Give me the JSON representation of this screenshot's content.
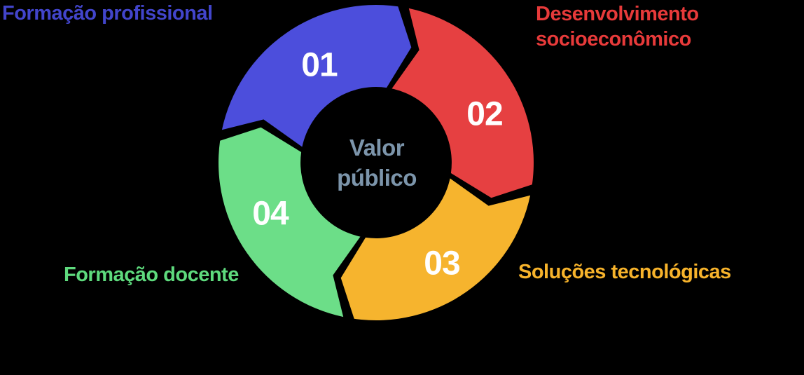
{
  "background_color": "#000000",
  "diagram": {
    "type": "cycle",
    "direction": "clockwise",
    "center": {
      "line1": "Valor",
      "line2": "público",
      "text_color": "#7C95AB"
    },
    "number_color": "#FFFFFF",
    "segments": [
      {
        "number": "01",
        "color": "#4C4EDC",
        "label": "Formação profissional",
        "label_lines": [
          "Formação profissional"
        ],
        "label_color": "#4245CB",
        "label_position": "top-left"
      },
      {
        "number": "02",
        "color": "#E64041",
        "label": "Desenvolvimento socioeconômico",
        "label_lines": [
          "Desenvolvimento",
          "socioeconômico"
        ],
        "label_color": "#E73A3A",
        "label_position": "top-right"
      },
      {
        "number": "03",
        "color": "#F6B42E",
        "label": "Soluções tecnológicas",
        "label_lines": [
          "Soluções tecnológicas"
        ],
        "label_color": "#F7B32B",
        "label_position": "bottom-right"
      },
      {
        "number": "04",
        "color": "#6CDE88",
        "label": "Formação docente",
        "label_lines": [
          "Formação docente"
        ],
        "label_color": "#5EDA7D",
        "label_position": "bottom-left"
      }
    ]
  }
}
